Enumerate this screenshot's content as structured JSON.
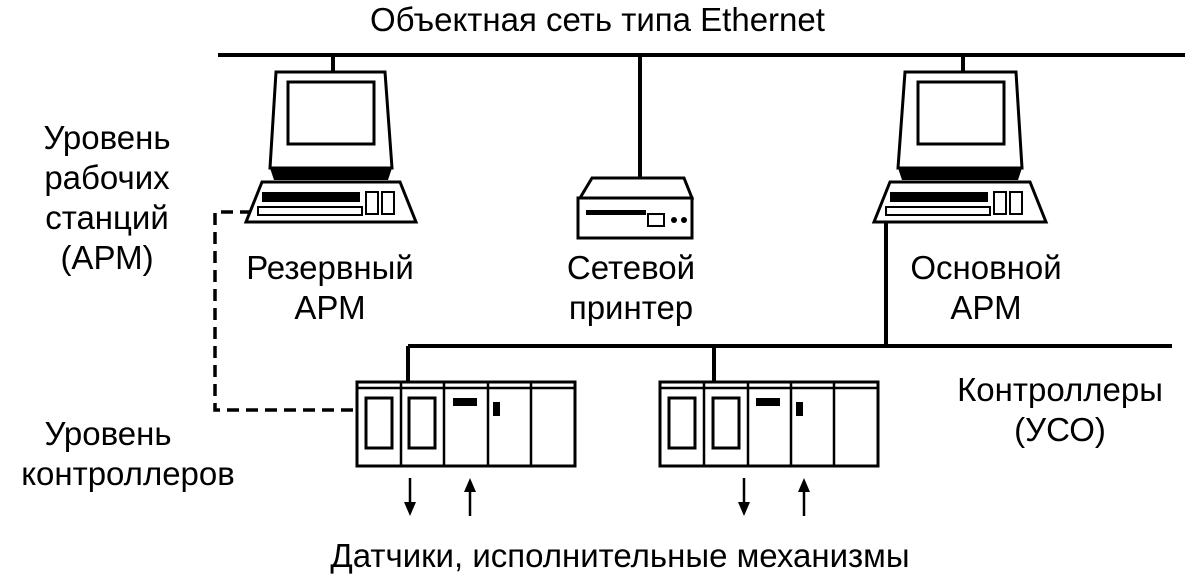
{
  "network_title": "Объектная сеть типа Ethernet",
  "levels": {
    "workstations": [
      "Уровень",
      "рабочих",
      "станций",
      "(АРМ)"
    ],
    "controllers": [
      "Уровень",
      "контроллеров"
    ]
  },
  "nodes": {
    "backup_arm": [
      "Резервный",
      "АРМ"
    ],
    "printer": [
      "Сетевой",
      "принтер"
    ],
    "main_arm": [
      "Основной",
      "АРМ"
    ],
    "controllers": [
      "Контроллеры",
      "(УСО)"
    ]
  },
  "bottom_label": "Датчики, исполнительные механизмы",
  "icons": {
    "workstation": "computer-icon",
    "printer": "printer-icon",
    "controller": "plc-rack-icon"
  }
}
